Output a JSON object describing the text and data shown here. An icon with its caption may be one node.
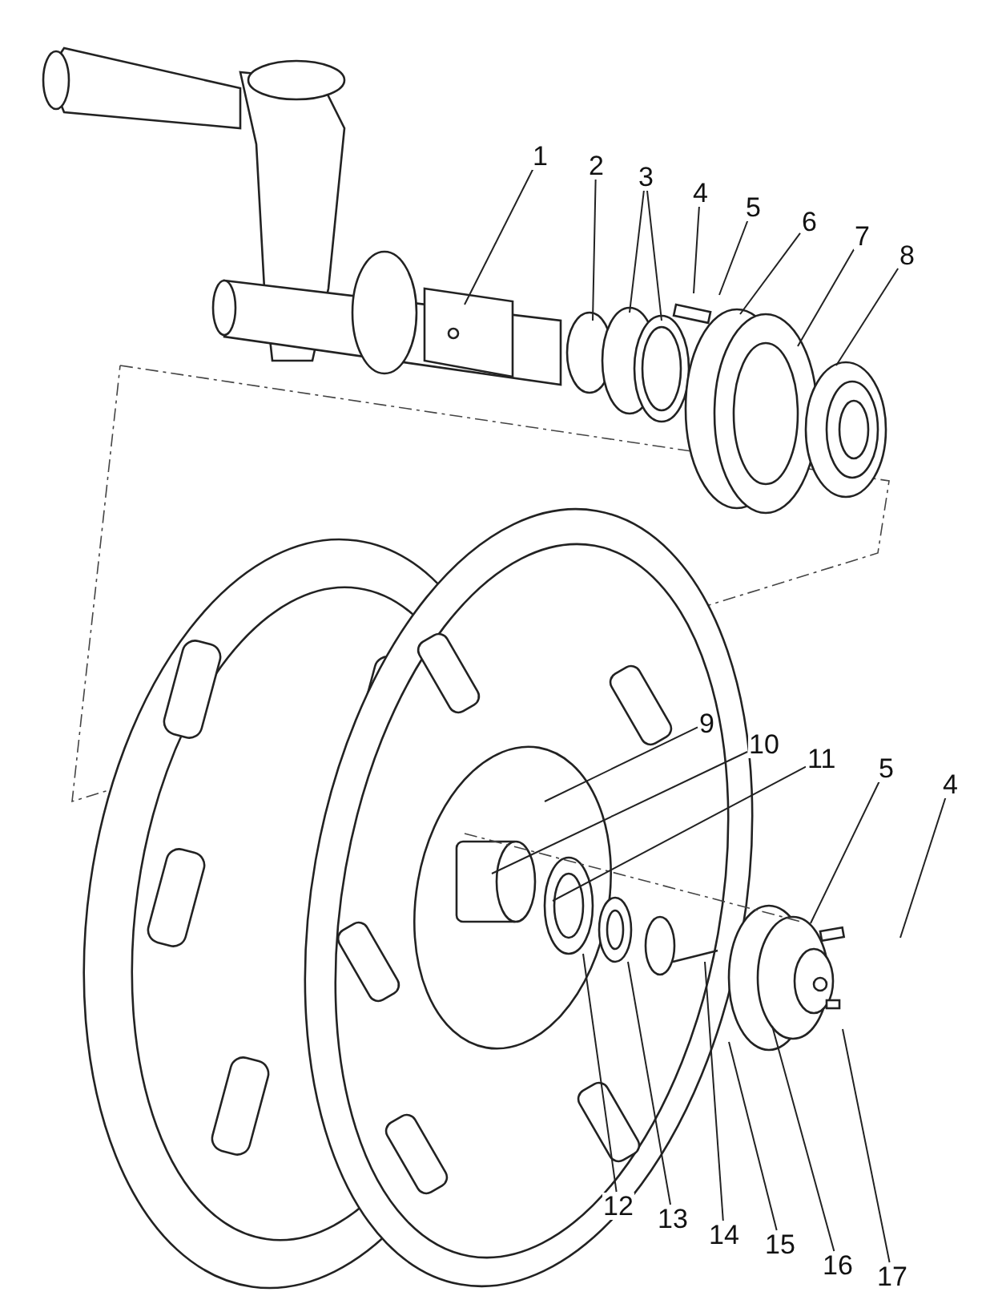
{
  "diagram": {
    "nodes": [
      {
        "text": [
          "1"
        ]
      },
      {
        "text": [
          "2"
        ]
      },
      {
        "text": [
          "3"
        ]
      },
      {
        "text": [
          "4"
        ]
      },
      {
        "text": [
          "5"
        ]
      },
      {
        "text": [
          "6"
        ]
      },
      {
        "text": [
          "7"
        ]
      },
      {
        "text": [
          "8"
        ]
      },
      {
        "text": [
          "9"
        ]
      },
      {
        "text": [
          "10"
        ]
      },
      {
        "text": [
          "11"
        ]
      },
      {
        "text": [
          "5"
        ]
      },
      {
        "text": [
          "4"
        ]
      },
      {
        "text": [
          "12"
        ]
      },
      {
        "text": [
          "13"
        ]
      },
      {
        "text": [
          "14"
        ]
      },
      {
        "text": [
          "15"
        ]
      },
      {
        "text": [
          "16"
        ]
      },
      {
        "text": [
          "17"
        ]
      }
    ],
    "edges": [
      {
        "from": 0,
        "to": null,
        "arrow": "none"
      },
      {
        "from": 1,
        "to": null,
        "arrow": "none"
      },
      {
        "from": 2,
        "to": null,
        "arrow": "none"
      },
      {
        "from": 2,
        "to": null,
        "arrow": "none"
      },
      {
        "from": 3,
        "to": null,
        "arrow": "none"
      },
      {
        "from": 4,
        "to": null,
        "arrow": "none"
      },
      {
        "from": 5,
        "to": null,
        "arrow": "none"
      },
      {
        "from": 6,
        "to": null,
        "arrow": "none"
      },
      {
        "from": 7,
        "to": null,
        "arrow": "none"
      },
      {
        "from": 8,
        "to": null,
        "arrow": "none"
      },
      {
        "from": 9,
        "to": null,
        "arrow": "none"
      },
      {
        "from": 10,
        "to": null,
        "arrow": "none"
      },
      {
        "from": 11,
        "to": null,
        "arrow": "none"
      },
      {
        "from": 12,
        "to": null,
        "arrow": "none"
      },
      {
        "from": 13,
        "to": null,
        "arrow": "none"
      },
      {
        "from": 14,
        "to": null,
        "arrow": "none"
      },
      {
        "from": 15,
        "to": null,
        "arrow": "none"
      },
      {
        "from": 16,
        "to": null,
        "arrow": "none"
      },
      {
        "from": 17,
        "to": null,
        "arrow": "none"
      },
      {
        "from": 18,
        "to": null,
        "arrow": "none"
      }
    ]
  }
}
